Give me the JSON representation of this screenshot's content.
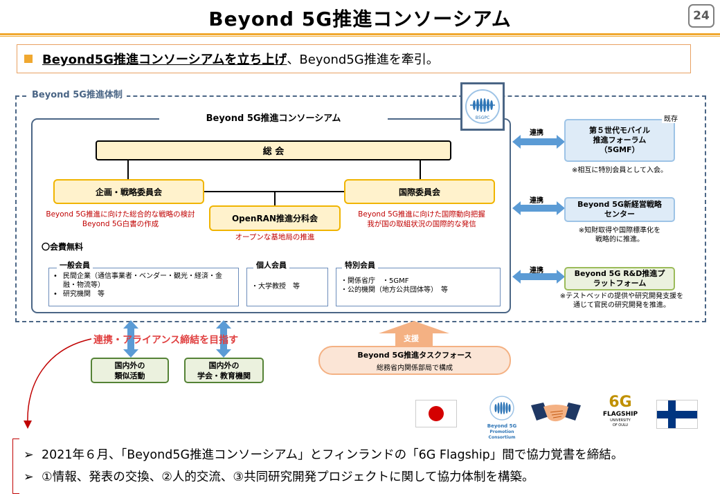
{
  "title": "Beyond 5G推進コンソーシアム",
  "page_number": "24",
  "summary": {
    "emphasis": "Beyond5G推進コンソーシアムを立ち上げ",
    "rest": "、Beyond5G推進を牽引。"
  },
  "structure": {
    "outer_label": "Beyond 5G推進体制",
    "inner_label": "Beyond 5G推進コンソーシアム",
    "logo_text": "B5GPC",
    "general_assembly": "総 会",
    "planning_committee": "企画・戦略委員会",
    "international_committee": "国際委員会",
    "openran_subcommittee": "OpenRAN推進分科会",
    "planning_desc": [
      "Beyond 5G推進に向けた総合的な戦略の検討",
      "Beyond 5G白書の作成"
    ],
    "international_desc": [
      "Beyond 5G推進に向けた国際動向把握",
      "我が国の取組状況の国際的な発信"
    ],
    "openran_desc": "オープンな基地局の推進",
    "membership_title": "〇会費無料",
    "general_members": {
      "label": "一般会員",
      "items": [
        "民間企業（通信事業者・ベンダー・観光・経済・金融・物流等）",
        "研究機関　等"
      ]
    },
    "individual_members": {
      "label": "個人会員",
      "items": [
        "・大学教授　等"
      ]
    },
    "special_members": {
      "label": "特別会員",
      "items": [
        "・関係省庁　・5GMF",
        "・公的機関（地方公共団体等）　等"
      ]
    }
  },
  "partners": [
    {
      "link": "連携",
      "name": "第５世代モバイル推進フォーラム（5GMF）",
      "lines": [
        "第５世代モバイル",
        "推進フォーラム",
        "（5GMF）"
      ],
      "tag": "既存",
      "note": [
        "※相互に特別会員として入会。"
      ]
    },
    {
      "link": "連携",
      "name": "Beyond 5G新経営戦略センター",
      "lines": [
        "Beyond 5G新経営戦略",
        "センター"
      ],
      "note": [
        "※知財取得や国際標準化を",
        "戦略的に推進。"
      ]
    },
    {
      "link": "連携",
      "name": "Beyond 5G R&D推進プラットフォーム",
      "lines": [
        "Beyond 5G R&D推進プ",
        "ラットフォーム"
      ],
      "note": [
        "※テストベッドの提供や研究開発支援を",
        "通じて官民の研究開発を推進。"
      ]
    }
  ],
  "alliance": {
    "heading": "連携・アライアンス締結を目指す",
    "targets": [
      [
        "国内外の",
        "類似活動"
      ],
      [
        "国内外の",
        "学会・教育機関"
      ]
    ]
  },
  "task_force": {
    "support_label": "支援",
    "name": "Beyond 5G推進タスクフォース",
    "desc": "総務省内関係部局で構成"
  },
  "logos": {
    "consortium_line1": "Beyond 5G",
    "consortium_line2": "Promotion Consortium",
    "flagship_6g": "6G",
    "flagship_word": "FLAGSHIP",
    "flagship_univ1": "UNIVERSITY",
    "flagship_univ2": "OF OULU"
  },
  "bottom": [
    {
      "arrow": "➢",
      "text": "2021年６月、「Beyond5G推進コンソーシアム」とフィンランドの「6G Flagship」間で協力覚書を締結。"
    },
    {
      "arrow": "➢",
      "text": "①情報、発表の交換、②人的交流、③共同研究開発プロジェクトに関して協力体制を構築。"
    }
  ],
  "colors": {
    "accent": "#f0a830",
    "frame": "#4a6585",
    "red": "#c00000"
  }
}
